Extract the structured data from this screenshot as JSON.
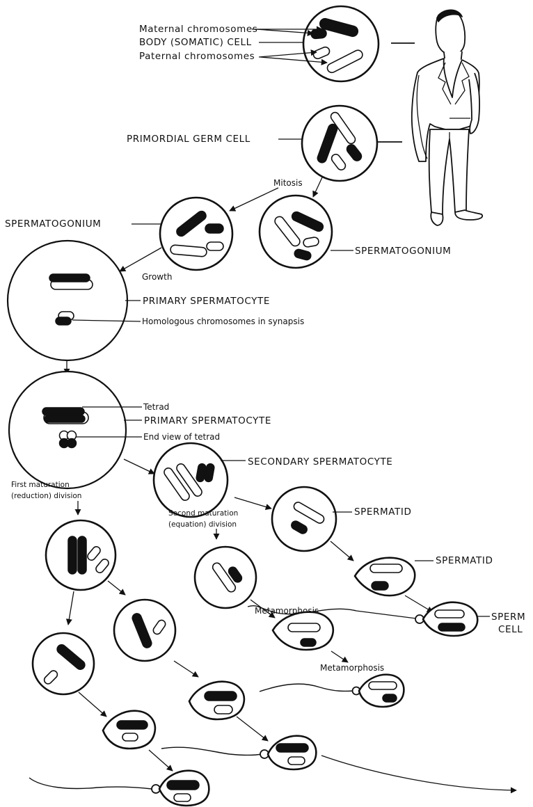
{
  "labels": {
    "maternal_chromosomes": "Maternal chromosomes",
    "body_somatic_cell": "BODY (SOMATIC) CELL",
    "paternal_chromosomes": "Paternal chromosomes",
    "primordial_germ_cell": "PRIMORDIAL GERM CELL",
    "mitosis": "Mitosis",
    "spermatogonium_left": "SPERMATOGONIUM",
    "spermatogonium_right": "SPERMATOGONIUM",
    "growth": "Growth",
    "primary_spermatocyte_1": "PRIMARY SPERMATOCYTE",
    "homologous_synapsis": "Homologous chromosomes in synapsis",
    "tetrad": "Tetrad",
    "primary_spermatocyte_2": "PRIMARY SPERMATOCYTE",
    "end_view_tetrad": "End view of tetrad",
    "secondary_spermatocyte": "SECONDARY SPERMATOCYTE",
    "first_maturation_line1": "First maturation",
    "first_maturation_line2": "(reduction) division",
    "spermatid_1": "SPERMATID",
    "second_maturation_line1": "Second maturation",
    "second_maturation_line2": "(equation) division",
    "spermatid_2": "SPERMATID",
    "metamorphosis_1": "Metamorphosis",
    "sperm_cell_line1": "SPERM",
    "sperm_cell_line2": "CELL",
    "metamorphosis_2": "Metamorphosis"
  },
  "colors": {
    "ink": "#111111",
    "paper": "#ffffff"
  }
}
